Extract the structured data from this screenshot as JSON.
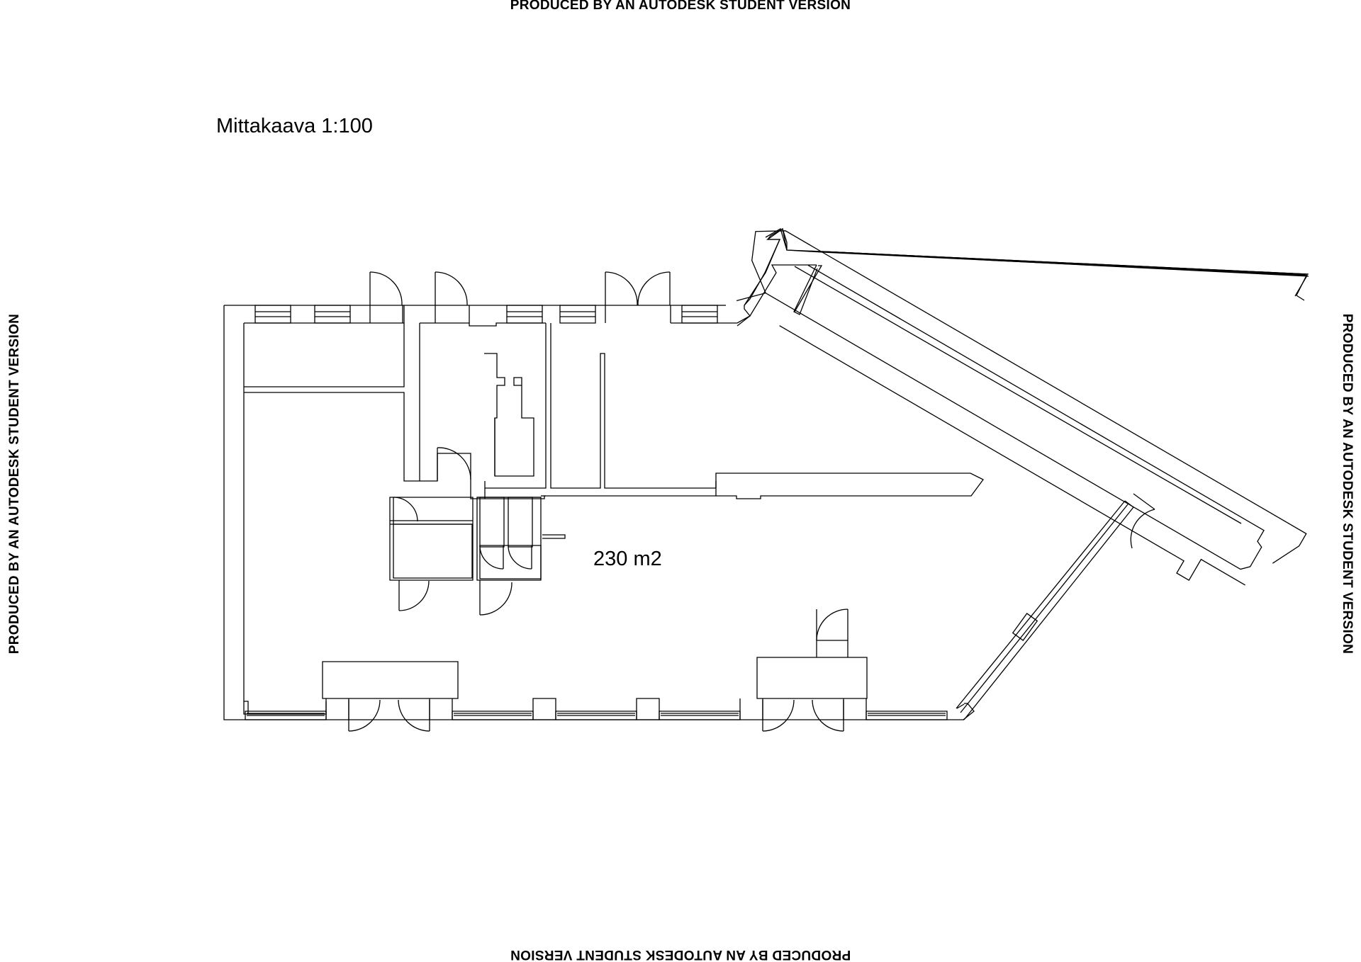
{
  "watermark": {
    "top": "PRODUCED BY AN AUTODESK STUDENT VERSION",
    "bottom": "PRODUCED BY AN AUTODESK STUDENT VERSION",
    "left": "PRODUCED BY AN AUTODESK STUDENT VERSION",
    "right": "PRODUCED BY AN AUTODESK STUDENT VERSION"
  },
  "plan": {
    "scale_label": "Mittakaava 1:100",
    "area_label": "230 m2",
    "line_color": "#000000",
    "background": "#ffffff"
  }
}
